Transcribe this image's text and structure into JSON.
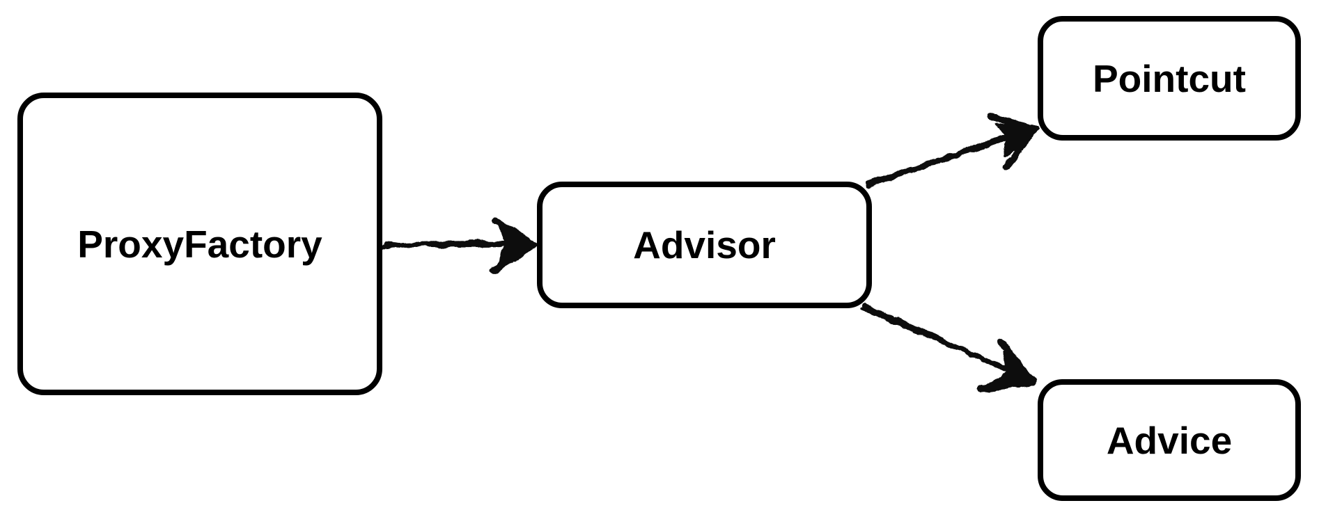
{
  "diagram": {
    "type": "flowchart",
    "background": "#ffffff",
    "node_style": {
      "fill": "#ffffff",
      "stroke": "#000000",
      "text_color": "#000000"
    },
    "arrow_color": "#0b0b0b",
    "arrow_style": "hand-drawn-sketch",
    "nodes": [
      {
        "id": "proxy-factory",
        "label": "ProxyFactory"
      },
      {
        "id": "advisor",
        "label": "Advisor"
      },
      {
        "id": "pointcut",
        "label": "Pointcut"
      },
      {
        "id": "advice",
        "label": "Advice"
      }
    ],
    "edges": [
      {
        "from": "ProxyFactory",
        "to": "Advisor"
      },
      {
        "from": "Advisor",
        "to": "Pointcut"
      },
      {
        "from": "Advisor",
        "to": "Advice"
      }
    ]
  }
}
